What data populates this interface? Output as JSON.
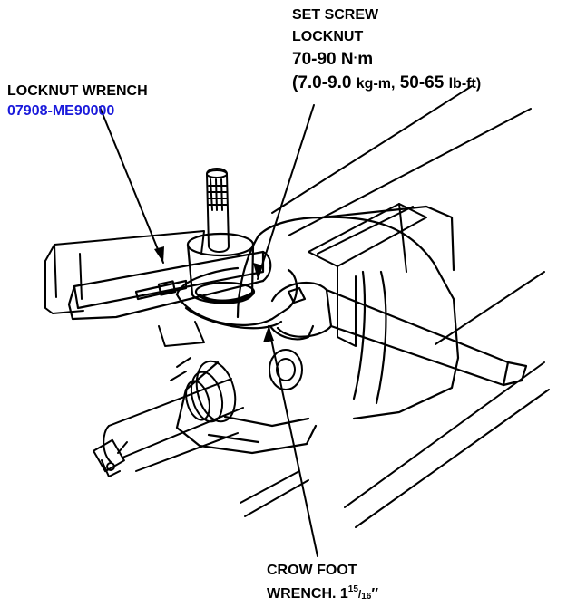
{
  "set_screw_label": {
    "line1": "SET SCREW",
    "line2": "LOCKNUT",
    "torque_nm_value": "70-90",
    "torque_nm_unit_n": "N",
    "torque_nm_unit_m": "m",
    "paren_open": "(",
    "kgm_value": "7.0-9.0",
    "kgm_unit": "kg-m,",
    "lbft_value": "50-65",
    "lbft_unit": "lb-ft)"
  },
  "locknut_wrench_label": {
    "line1": "LOCKNUT WRENCH",
    "part_number": "07908-ME90000"
  },
  "crow_foot_label": {
    "line1": "CROW FOOT",
    "line2_prefix": "WRENCH. 1",
    "fraction_num": "15",
    "fraction_den": "16",
    "fraction_suffix": "″"
  },
  "colors": {
    "part_number": "#1a1adb",
    "ink": "#000000"
  }
}
